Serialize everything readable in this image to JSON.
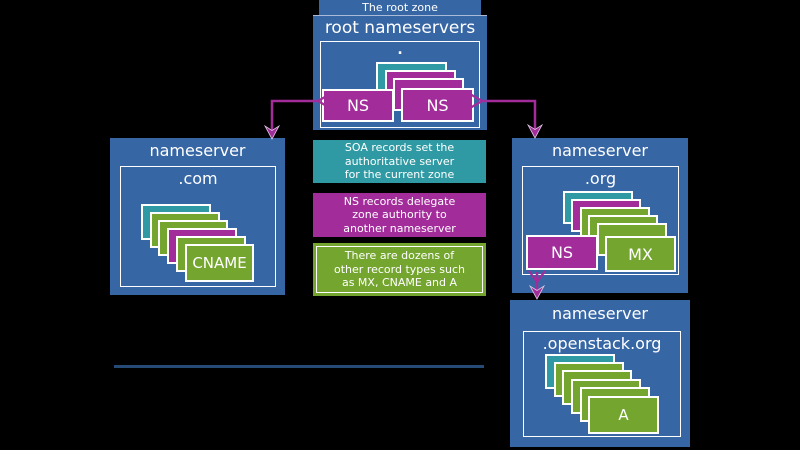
{
  "colors": {
    "background": "#000000",
    "box_blue": "#3766a4",
    "record_teal": "#2f9aa3",
    "record_magenta": "#a32c9b",
    "record_green": "#74a62f",
    "arrow_magenta": "#a32c9b",
    "divider_blue": "#254a75"
  },
  "root": {
    "zone_caption": "The root zone",
    "title": "root nameservers",
    "zone_name": ".",
    "stack": [
      "teal",
      "magenta",
      "magenta"
    ],
    "ns_left": {
      "label": "NS",
      "color": "magenta"
    },
    "ns_right": {
      "label": "NS",
      "color": "magenta"
    }
  },
  "legend": {
    "soa": {
      "color": "teal",
      "lines": [
        "SOA records set the",
        "authoritative server",
        "for the current zone"
      ]
    },
    "ns": {
      "color": "magenta",
      "lines": [
        "NS records delegate",
        "zone authority to",
        "another nameserver"
      ]
    },
    "other": {
      "color": "green",
      "lines": [
        "There are dozens of",
        "other record types such",
        "as MX, CNAME and A"
      ]
    }
  },
  "com": {
    "title": "nameserver",
    "zone_name": ".com",
    "stack": [
      "teal",
      "green",
      "green",
      "magenta",
      "green"
    ],
    "front": {
      "label": "CNAME",
      "color": "green"
    }
  },
  "org": {
    "title": "nameserver",
    "zone_name": ".org",
    "stack": [
      "teal",
      "magenta",
      "green",
      "green",
      "green"
    ],
    "ns": {
      "label": "NS",
      "color": "magenta"
    },
    "mx": {
      "label": "MX",
      "color": "green"
    }
  },
  "openstack": {
    "title": "nameserver",
    "zone_name": ".openstack.org",
    "stack": [
      "teal",
      "green",
      "green",
      "green",
      "green"
    ],
    "front": {
      "label": "A",
      "color": "green"
    }
  }
}
